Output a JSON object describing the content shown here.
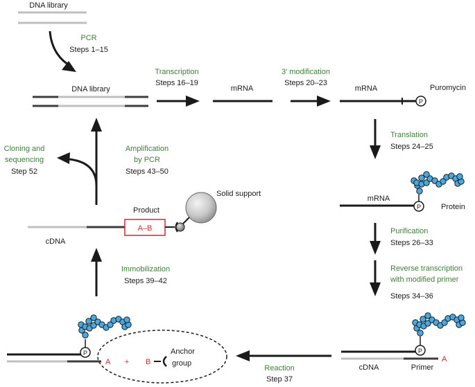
{
  "colors": {
    "step_name": "#3f7d3a",
    "reaction_red": "#d2262b",
    "bead_blue": "#4aa8e0",
    "strand_dark": "#3c3c3c",
    "strand_grey": "#bfbfbf"
  },
  "top": {
    "library_label": "DNA library",
    "pcr_name": "PCR",
    "pcr_steps": "Steps 1–15"
  },
  "row1": {
    "library_label": "DNA library",
    "transcription_name": "Transcription",
    "transcription_steps": "Steps 16–19",
    "mrna_label": "mRNA",
    "modification_name": "3′ modification",
    "modification_steps": "Steps 20–23",
    "mrna2_label": "mRNA",
    "puromycin_label": "Puromycin",
    "p_symbol": "P"
  },
  "right": {
    "translation_name": "Translation",
    "translation_steps": "Steps 24–25",
    "mrna_label": "mRNA",
    "protein_label": "Protein",
    "p_symbol": "P",
    "purification_name": "Purification",
    "purification_steps": "Steps 26–33",
    "rt_name_line1": "Reverse transcription",
    "rt_name_line2": "with modified primer",
    "rt_steps": "Steps 34–36",
    "cdna_label": "cDNA",
    "primer_label": "Primer",
    "a_label": "A",
    "p_symbol2": "P"
  },
  "bottom": {
    "reaction_name": "Reaction",
    "reaction_steps": "Step 37",
    "a_label": "A",
    "plus_label": "+",
    "b_label": "B",
    "anchor_line1": "Anchor",
    "anchor_line2": "group",
    "p_symbol": "P"
  },
  "left": {
    "immobilization_name": "Immobilization",
    "immobilization_steps": "Steps 39–42",
    "cdna_label": "cDNA",
    "product_label": "Product",
    "product_box": "A–B",
    "solid_support_label": "Solid support",
    "amplification_line1": "Amplification",
    "amplification_line2": "by PCR",
    "amplification_steps": "Steps 43–50",
    "cloning_line1": "Cloning and",
    "cloning_line2": "sequencing",
    "cloning_steps": "Step 52"
  }
}
